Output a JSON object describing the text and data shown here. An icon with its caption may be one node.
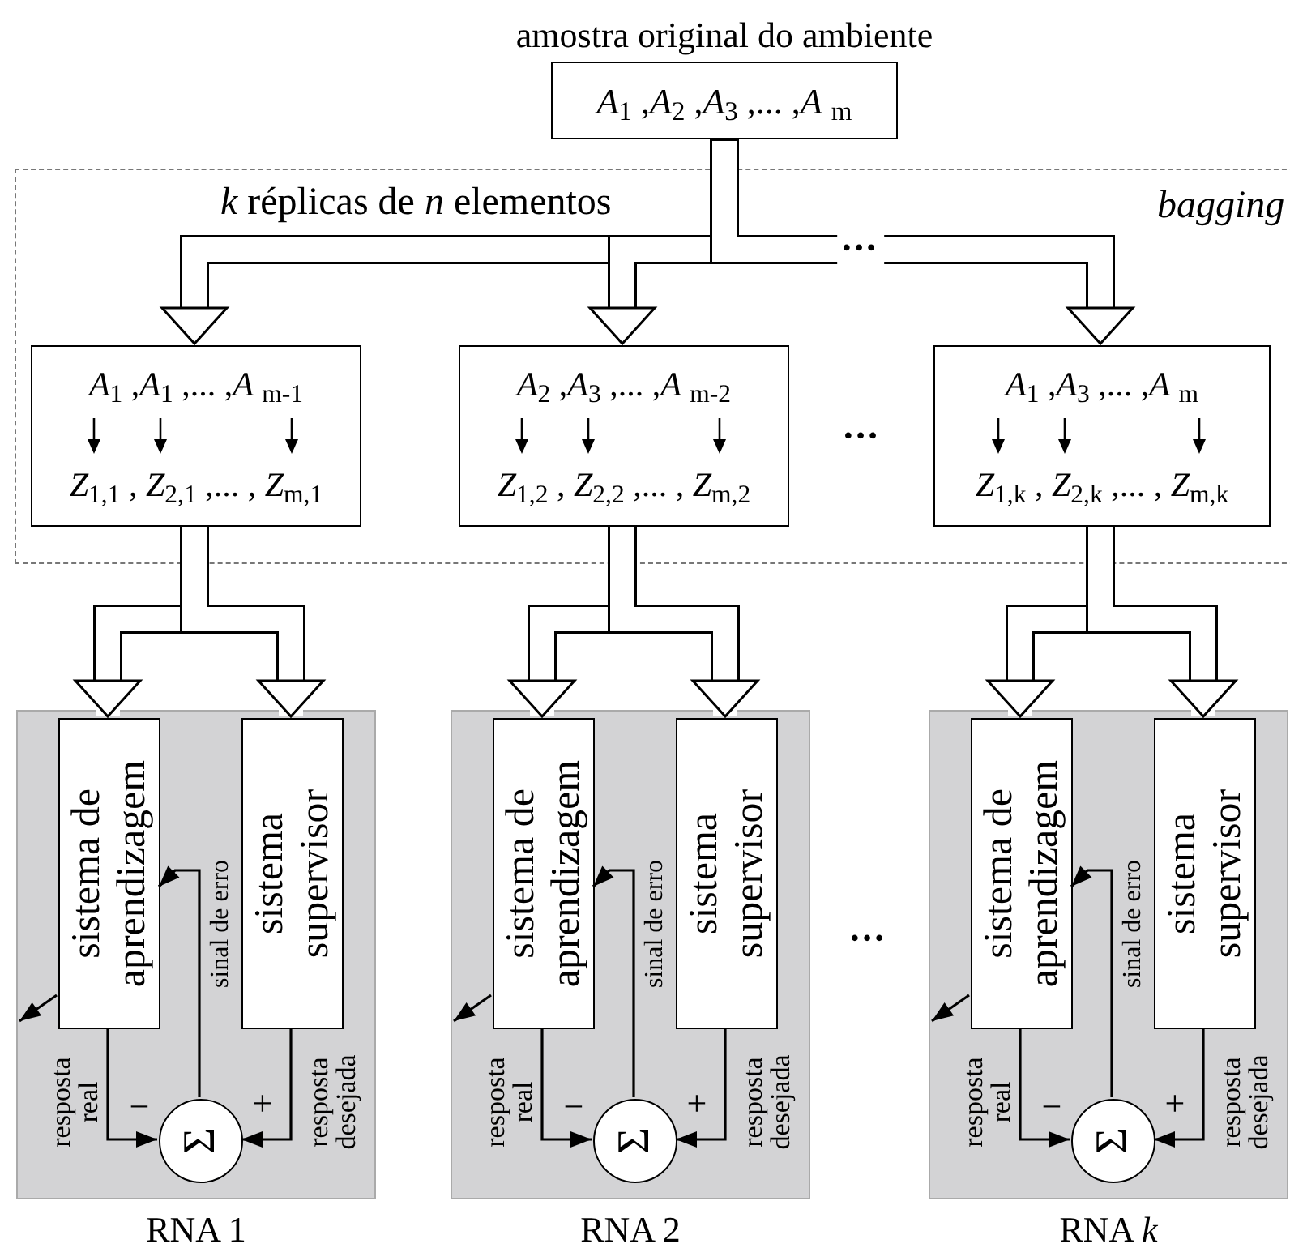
{
  "diagram": {
    "nodes": [
      {
        "text": [
          "*A*$_{1}$ ,*A*$_{2}$ ,*A*$_{3}$ ,... ,*A* $_{m}$"
        ],
        "beside": [
          "amostra original do ambiente"
        ]
      },
      {
        "text": [
          "*k* réplicas de *n* elementos",
          "bagging"
        ]
      },
      {
        "text": [
          "*A*$_{1}$ ,*A*$_{1}$ ,... ,*A* $_{m-1}$",
          "*Z*$_{1,1}$ , *Z*$_{2,1}$ ,... , *Z*$_{m,1}$"
        ],
        "in": 1
      },
      {
        "text": [
          "*A*$_{2}$ ,*A*$_{3}$ ,... ,*A* $_{m-2}$",
          "*Z*$_{1,2}$ , *Z*$_{2,2}$ ,... , *Z*$_{m,2}$"
        ],
        "in": 1
      },
      {
        "text": [
          "*A*$_{1}$ ,*A*$_{3}$ ,... ,*A* $_{m}$",
          "*Z*$_{1,k}$ , *Z*$_{2,k}$ ,... , *Z*$_{m,k}$"
        ],
        "in": 1
      },
      {
        "text": [
          "RNA 1"
        ]
      },
      {
        "text": [
          "sistema de aprendizagem"
        ],
        "in": 5
      },
      {
        "text": [
          "sistema supervisor"
        ],
        "in": 5
      },
      {
        "text": [
          "Σ"
        ],
        "in": 5
      },
      {
        "text": [
          "RNA 2"
        ]
      },
      {
        "text": [
          "sistema de aprendizagem"
        ],
        "in": 9
      },
      {
        "text": [
          "sistema supervisor"
        ],
        "in": 9
      },
      {
        "text": [
          "Σ"
        ],
        "in": 9
      },
      {
        "text": [
          "RNA *k*"
        ]
      },
      {
        "text": [
          "sistema de aprendizagem"
        ],
        "in": 13
      },
      {
        "text": [
          "sistema supervisor"
        ],
        "in": 13
      },
      {
        "text": [
          "Σ"
        ],
        "in": 13
      }
    ],
    "edges": [
      {
        "from": 0,
        "to": 2,
        "arrow": "to",
        "style": "thick",
        "color": "#ffffff"
      },
      {
        "from": 0,
        "to": 3,
        "arrow": "to",
        "style": "thick",
        "color": "#ffffff"
      },
      {
        "from": 0,
        "to": 4,
        "arrow": "to",
        "style": "thick",
        "color": "#ffffff"
      },
      {
        "from": 2,
        "to": 6,
        "arrow": "to",
        "style": "thick",
        "color": "#ffffff"
      },
      {
        "from": 2,
        "to": 7,
        "arrow": "to",
        "style": "thick",
        "color": "#ffffff"
      },
      {
        "from": 3,
        "to": 10,
        "arrow": "to",
        "style": "thick",
        "color": "#ffffff"
      },
      {
        "from": 3,
        "to": 11,
        "arrow": "to",
        "style": "thick",
        "color": "#ffffff"
      },
      {
        "from": 4,
        "to": 14,
        "arrow": "to",
        "style": "thick",
        "color": "#ffffff"
      },
      {
        "from": 4,
        "to": 15,
        "arrow": "to",
        "style": "thick",
        "color": "#ffffff"
      },
      {
        "from": 6,
        "to": 8,
        "arrow": "to",
        "label": "resposta real"
      },
      {
        "from": 7,
        "to": 8,
        "arrow": "to",
        "label": "resposta desejada"
      },
      {
        "from": 8,
        "to": 6,
        "arrow": "to",
        "label": "sinal de erro"
      },
      {
        "from": 6,
        "to": null,
        "arrow": "to"
      },
      {
        "from": 10,
        "to": 12,
        "arrow": "to",
        "label": "resposta real"
      },
      {
        "from": 11,
        "to": 12,
        "arrow": "to",
        "label": "resposta desejada"
      },
      {
        "from": 12,
        "to": 10,
        "arrow": "to",
        "label": "sinal de erro"
      },
      {
        "from": 10,
        "to": null,
        "arrow": "to"
      },
      {
        "from": 14,
        "to": 16,
        "arrow": "to",
        "label": "resposta real"
      },
      {
        "from": 15,
        "to": 16,
        "arrow": "to",
        "label": "resposta desejada"
      },
      {
        "from": 16,
        "to": 14,
        "arrow": "to",
        "label": "sinal de erro"
      },
      {
        "from": 14,
        "to": null,
        "arrow": "to"
      }
    ],
    "labels": [
      "•••",
      "•••",
      "•••",
      "−",
      "+",
      "−",
      "+",
      "−",
      "+"
    ]
  }
}
